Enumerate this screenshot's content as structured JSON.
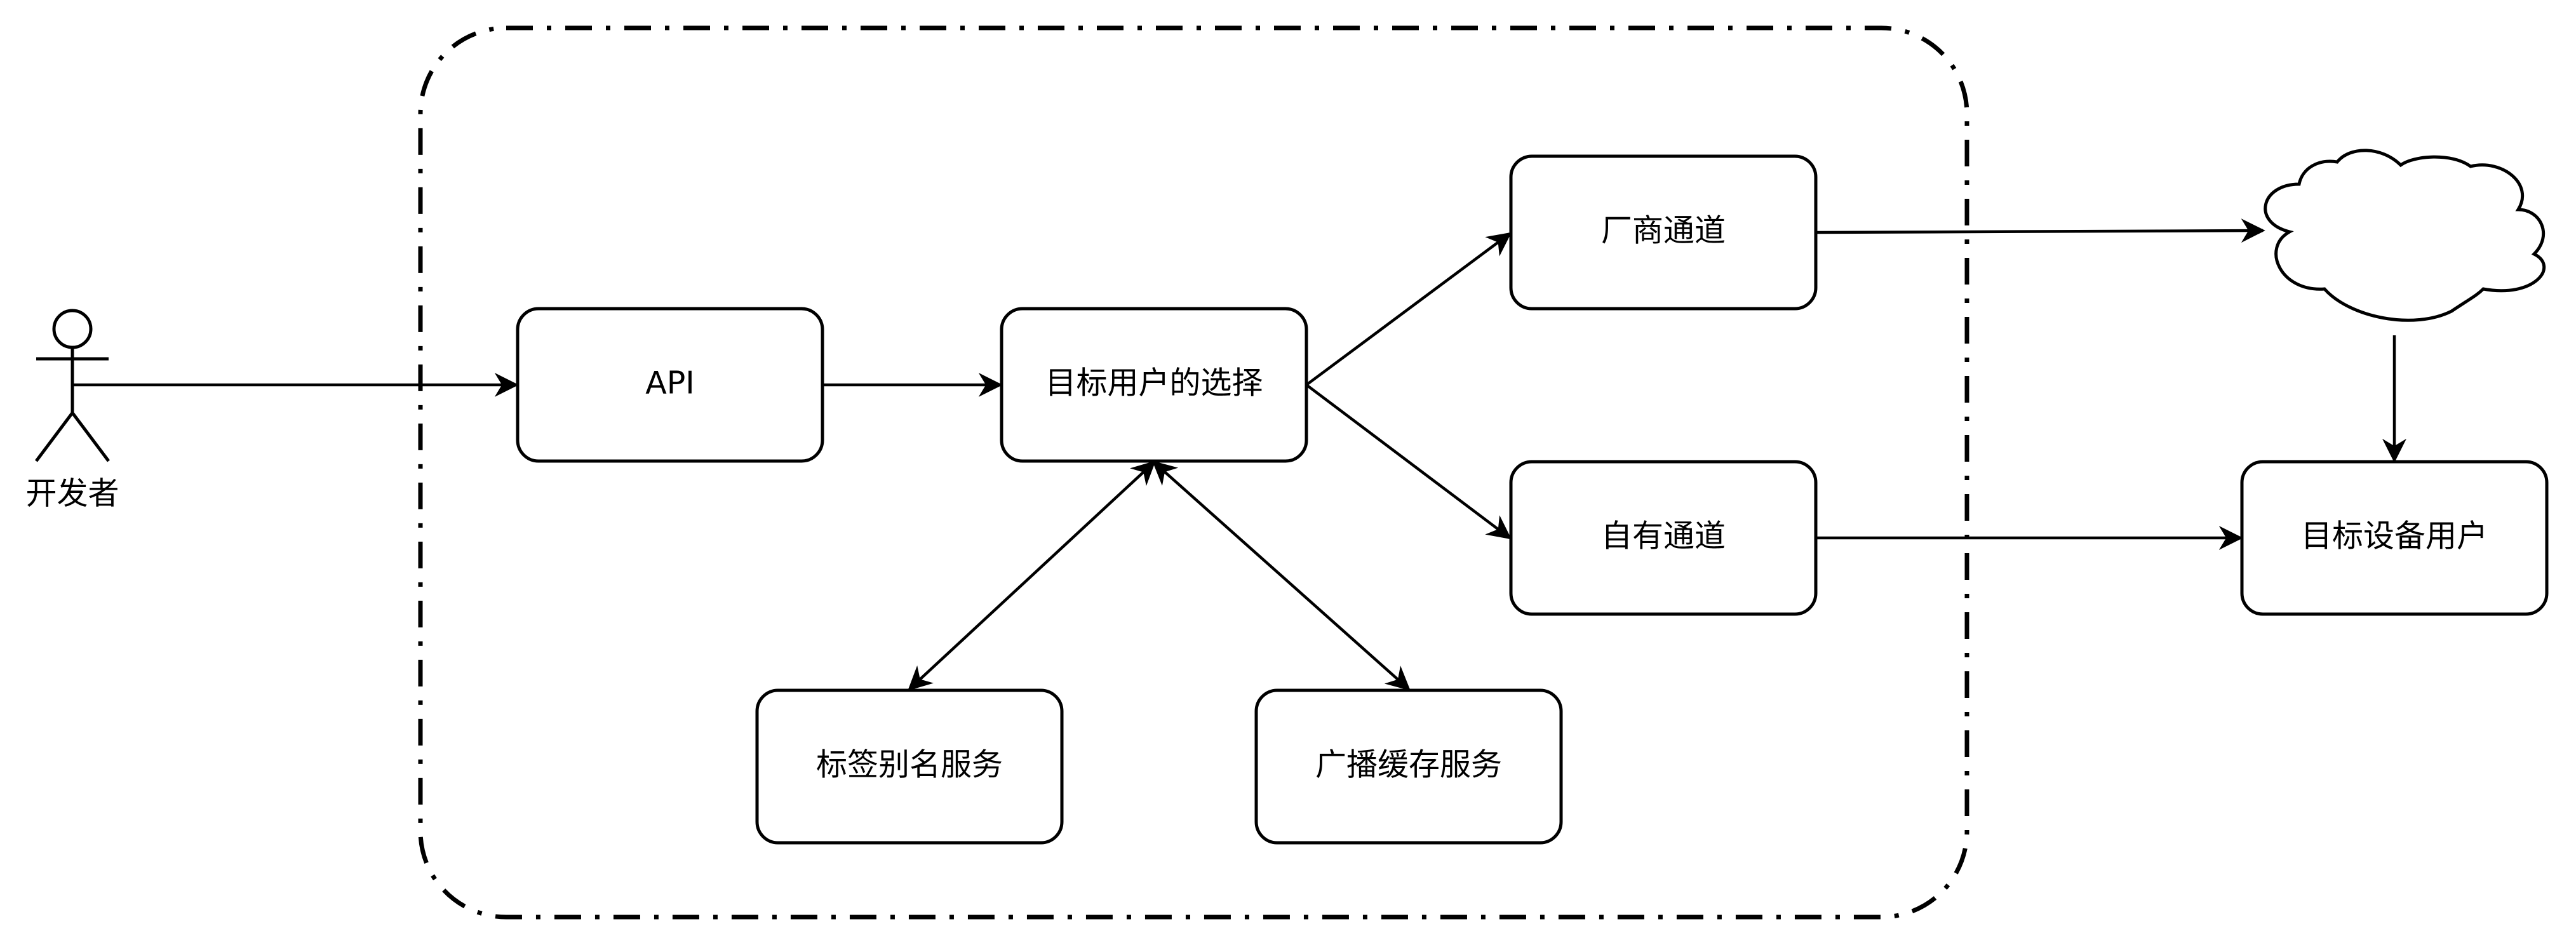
{
  "diagram": {
    "actor_label": "开发者",
    "nodes": {
      "api": "API",
      "target_selection": "目标用户的选择",
      "vendor_channel": "厂商通道",
      "own_channel": "自有通道",
      "tag_alias_service": "标签别名服务",
      "broadcast_cache_service": "广播缓存服务",
      "target_device_user": "目标设备用户"
    }
  },
  "colors": {
    "stroke": "#000000",
    "fill": "#ffffff",
    "text": "#000000"
  }
}
